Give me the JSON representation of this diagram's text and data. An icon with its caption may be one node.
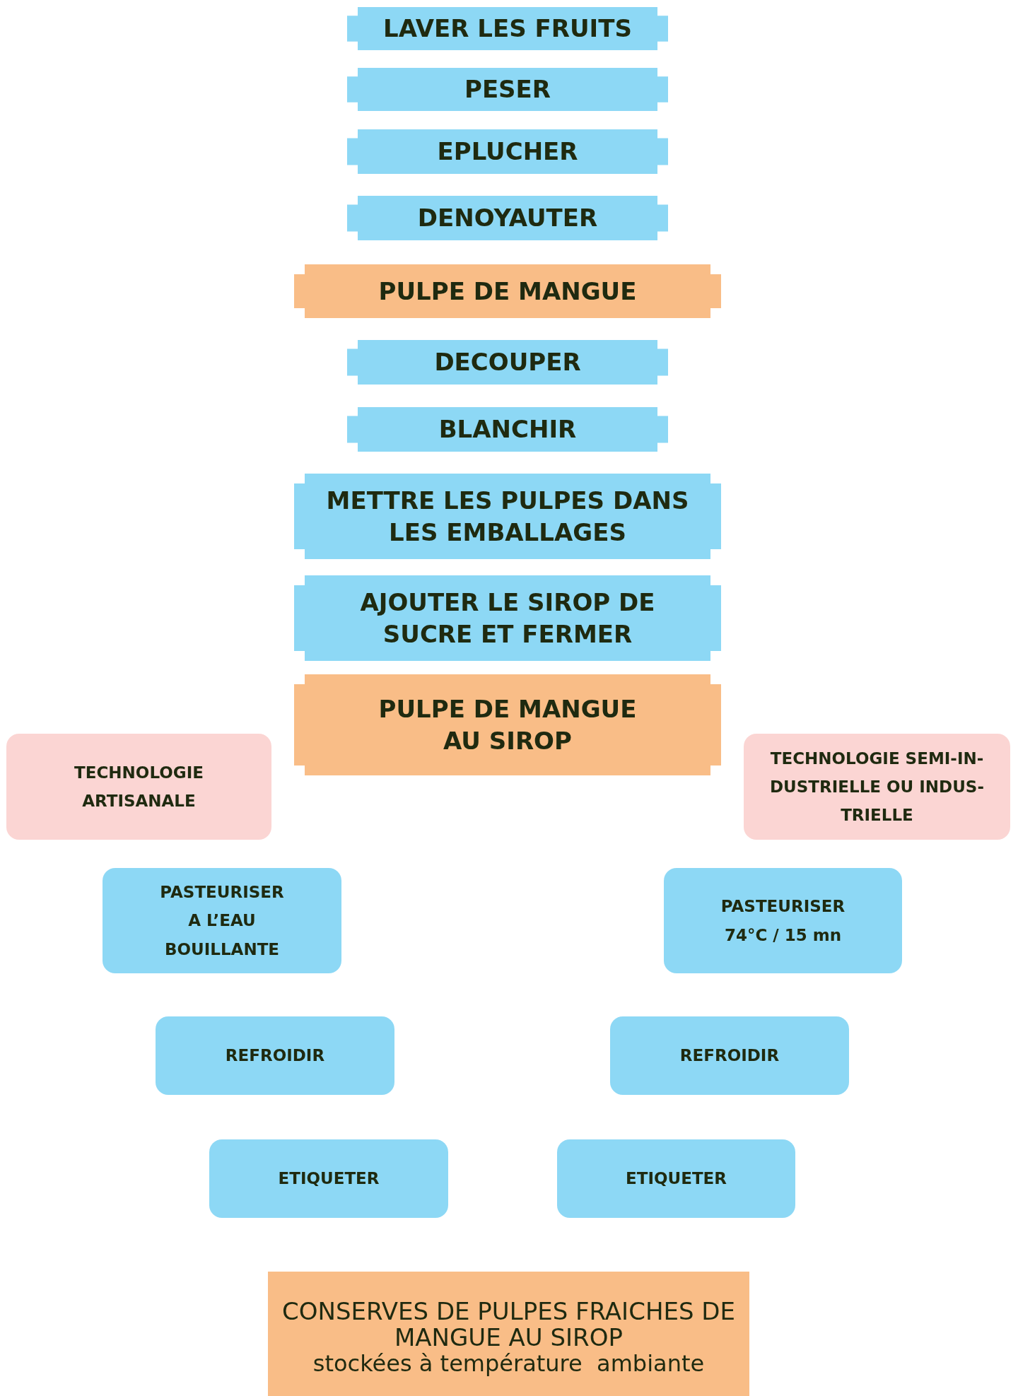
{
  "diagram": {
    "nodes": [
      {
        "text": [
          "LAVER LES FRUITS"
        ]
      },
      {
        "text": [
          "PESER"
        ]
      },
      {
        "text": [
          "EPLUCHER"
        ]
      },
      {
        "text": [
          "DENOYAUTER"
        ]
      },
      {
        "text": [
          "PULPE DE MANGUE"
        ]
      },
      {
        "text": [
          "DECOUPER"
        ]
      },
      {
        "text": [
          "BLANCHIR"
        ]
      },
      {
        "text": [
          "METTRE LES PULPES DANS LES EMBALLAGES"
        ]
      },
      {
        "text": [
          "AJOUTER LE SIROP DE SUCRE ET FERMER"
        ]
      },
      {
        "text": [
          "PULPE DE MANGUE AU SIROP"
        ]
      },
      {
        "text": [
          "TECHNOLOGIE ARTISANALE"
        ]
      },
      {
        "text": [
          "TECHNOLOGIE SEMI-IN-DUSTRIELLE OU INDUS-TRIELLE"
        ]
      },
      {
        "text": [
          "PASTEURISER A L’EAU BOUILLANTE"
        ]
      },
      {
        "text": [
          "PASTEURISER 74°C / 15 mn"
        ]
      },
      {
        "text": [
          "REFROIDIR"
        ]
      },
      {
        "text": [
          "REFROIDIR"
        ]
      },
      {
        "text": [
          "ETIQUETER"
        ]
      },
      {
        "text": [
          "ETIQUETER"
        ]
      },
      {
        "text": [
          "CONSERVES DE PULPES FRAICHES DE MANGUE AU SIROP",
          "stockées à température  ambiante"
        ]
      }
    ]
  }
}
